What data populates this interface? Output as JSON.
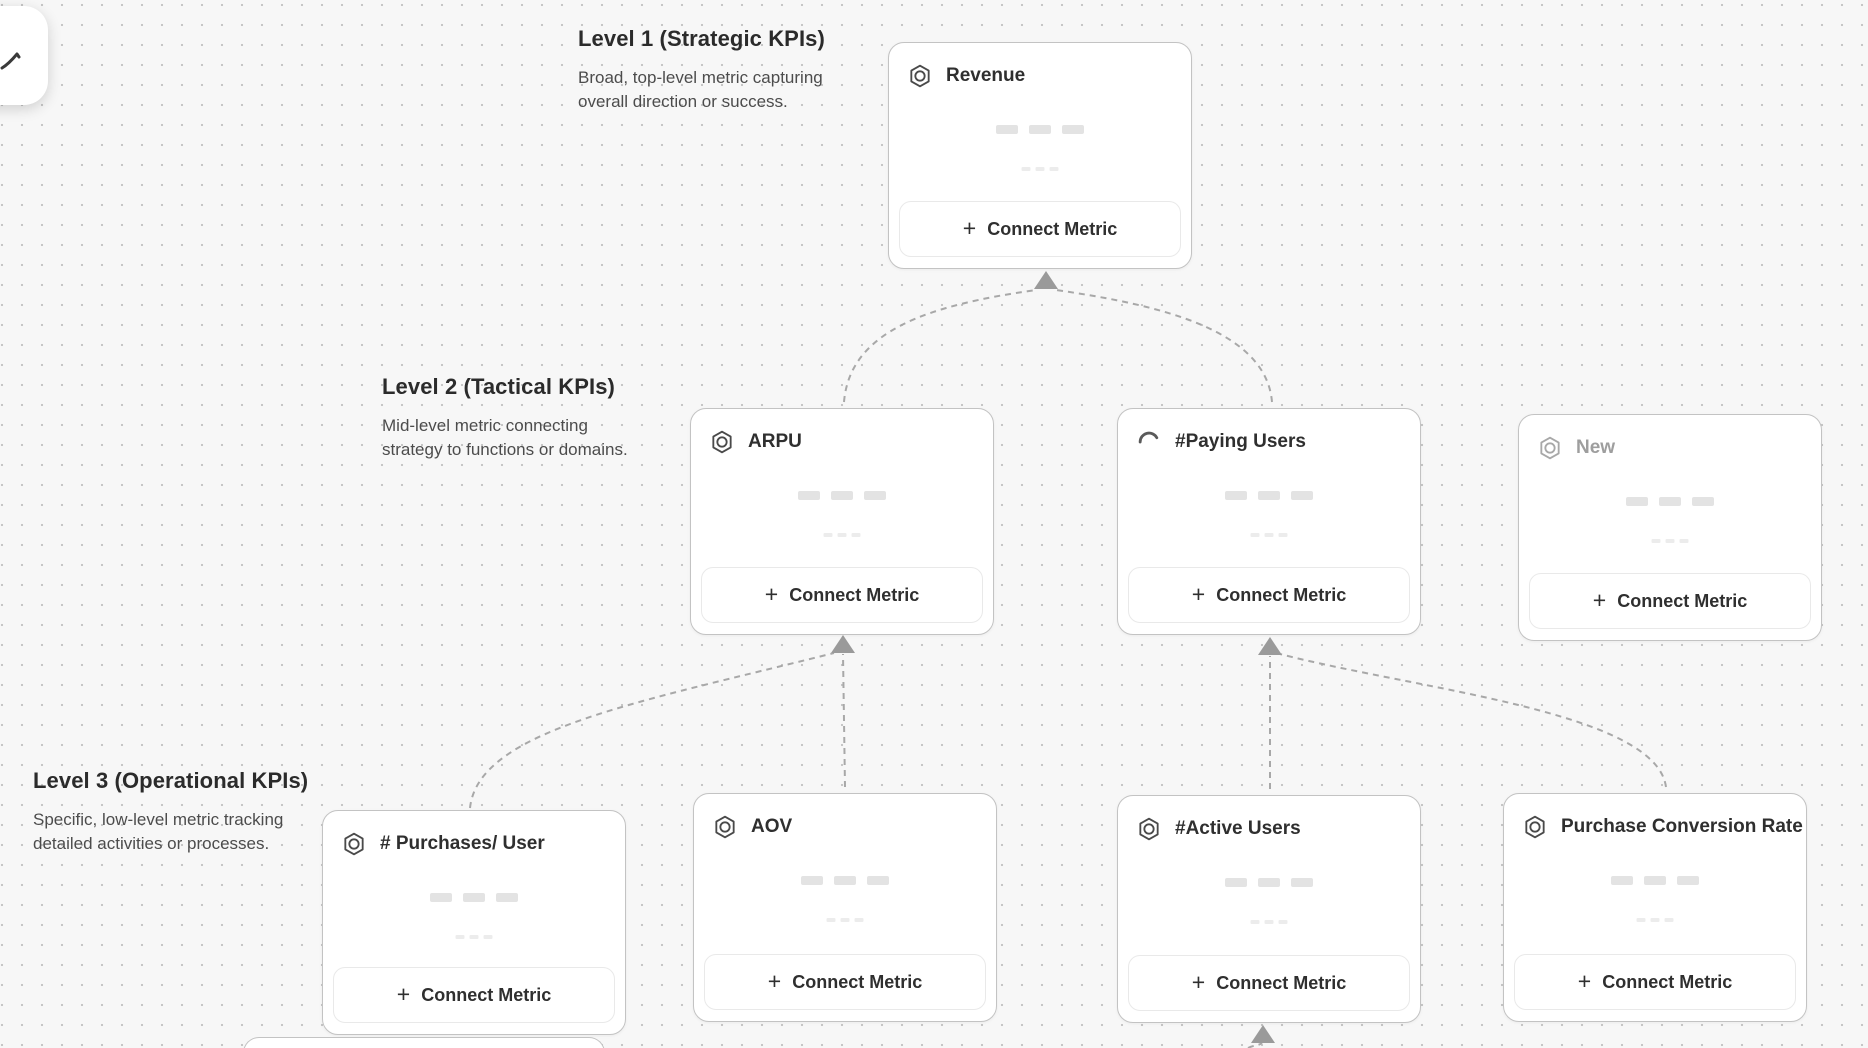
{
  "toolbar": {
    "select_tool_icon": "cursor-icon"
  },
  "ui": {
    "connect_metric_label": "Connect Metric",
    "plus_glyph": "+"
  },
  "levels": [
    {
      "title": "Level 1 (Strategic KPIs)",
      "description": "Broad, top-level metric capturing overall direction or success."
    },
    {
      "title": "Level 2 (Tactical KPIs)",
      "description": "Mid-level metric connecting strategy to functions or domains."
    },
    {
      "title": "Level 3 (Operational KPIs)",
      "description": "Specific, low-level metric tracking detailed activities or processes."
    }
  ],
  "cards": [
    {
      "title": "Revenue",
      "icon": "hexagon-metric-icon",
      "state": "default"
    },
    {
      "title": "ARPU",
      "icon": "hexagon-metric-icon",
      "state": "default"
    },
    {
      "title": "#Paying Users",
      "icon": "spinner-icon",
      "state": "loading"
    },
    {
      "title": "New",
      "icon": "hexagon-metric-icon",
      "state": "faded"
    },
    {
      "title": "# Purchases/ User",
      "icon": "hexagon-metric-icon",
      "state": "default"
    },
    {
      "title": "AOV",
      "icon": "hexagon-metric-icon",
      "state": "default"
    },
    {
      "title": "#Active Users",
      "icon": "hexagon-metric-icon",
      "state": "default"
    },
    {
      "title": "Purchase Conversion Rate",
      "icon": "hexagon-metric-icon",
      "state": "default"
    }
  ],
  "colors": {
    "canvas_bg": "#f7f7f7",
    "grid_dot": "#c6c6c6",
    "card_bg": "#ffffff",
    "card_border": "#c3c3c3",
    "title_text": "#2f2f2f",
    "faded_text": "#9e9e9e",
    "description_text": "#4c4c4c",
    "button_border": "#e9e9e9",
    "skeleton_dash": "#e3e3e3",
    "connector_line": "#a8a8a8",
    "arrowhead": "#9a9a9a"
  }
}
